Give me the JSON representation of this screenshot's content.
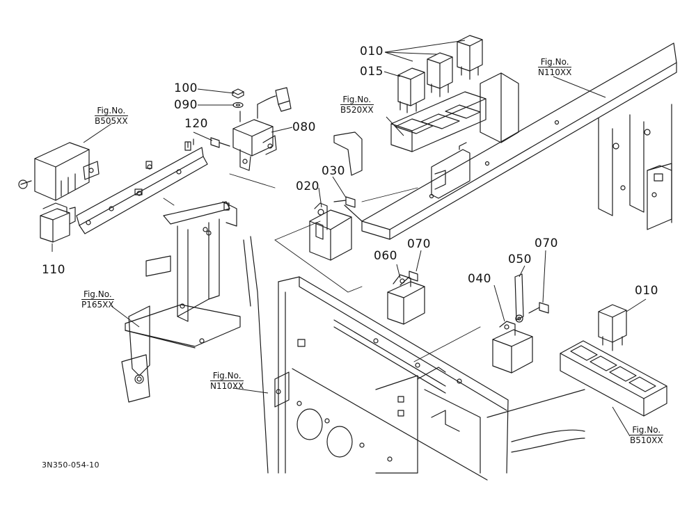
{
  "diagram_id": "3N350-054-10",
  "fig_prefix": "Fig.No.",
  "part_labels": {
    "p010_top": "010",
    "p015": "015",
    "p100": "100",
    "p090": "090",
    "p120": "120",
    "p080": "080",
    "p020": "020",
    "p030": "030",
    "p110": "110",
    "p060": "060",
    "p070_a": "070",
    "p050": "050",
    "p070_b": "070",
    "p040": "040",
    "p010_right": "010"
  },
  "figure_refs": {
    "b505": "B505XX",
    "b520": "B520XX",
    "n110_top": "N110XX",
    "p165": "P165XX",
    "n110_bottom": "N110XX",
    "b510": "B510XX"
  }
}
